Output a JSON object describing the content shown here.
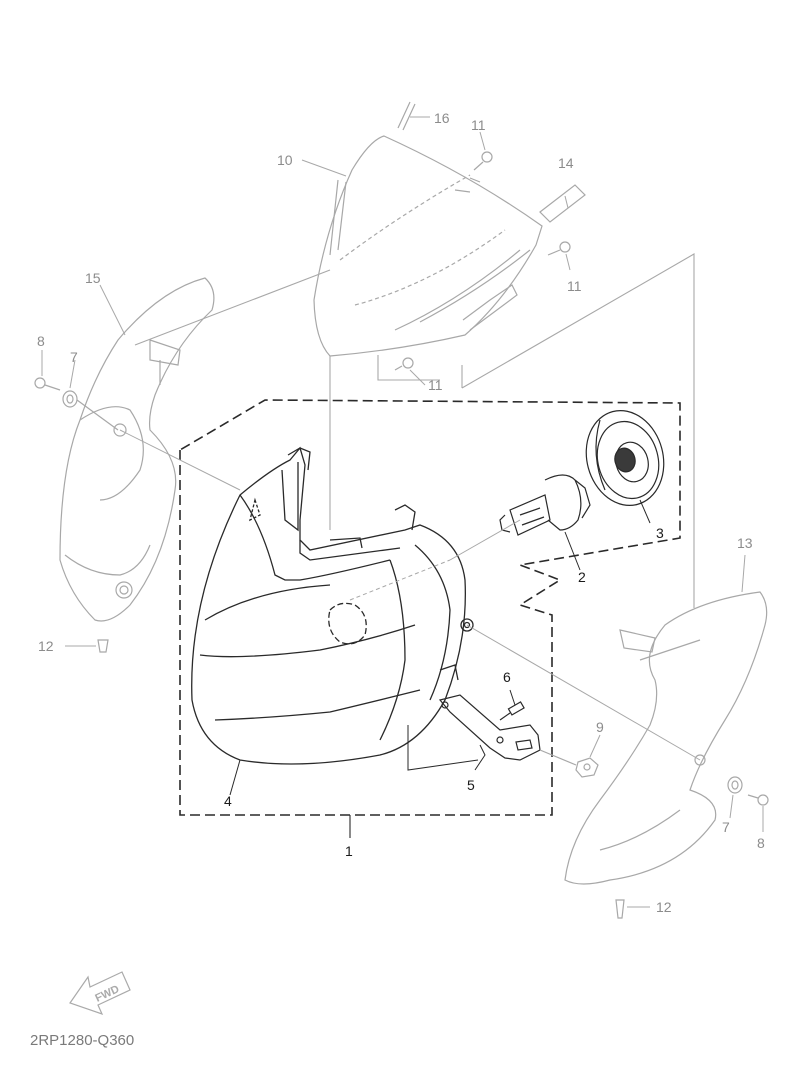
{
  "diagram_code": "2RP1280-Q360",
  "fwd_label": "FWD",
  "callouts": {
    "c1": "1",
    "c2": "2",
    "c3": "3",
    "c4": "4",
    "c5": "5",
    "c6": "6",
    "c7_left": "7",
    "c7_right": "7",
    "c8_left": "8",
    "c8_right": "8",
    "c9": "9",
    "c10": "10",
    "c11_top": "11",
    "c11_right": "11",
    "c11_bottom": "11",
    "c12_left": "12",
    "c12_right": "12",
    "c13": "13",
    "c14": "14",
    "c15": "15",
    "c16": "16"
  },
  "colors": {
    "dark_line": "#2a2a2a",
    "light_line": "#a8a8a8",
    "code_text": "#7a7a7a"
  }
}
